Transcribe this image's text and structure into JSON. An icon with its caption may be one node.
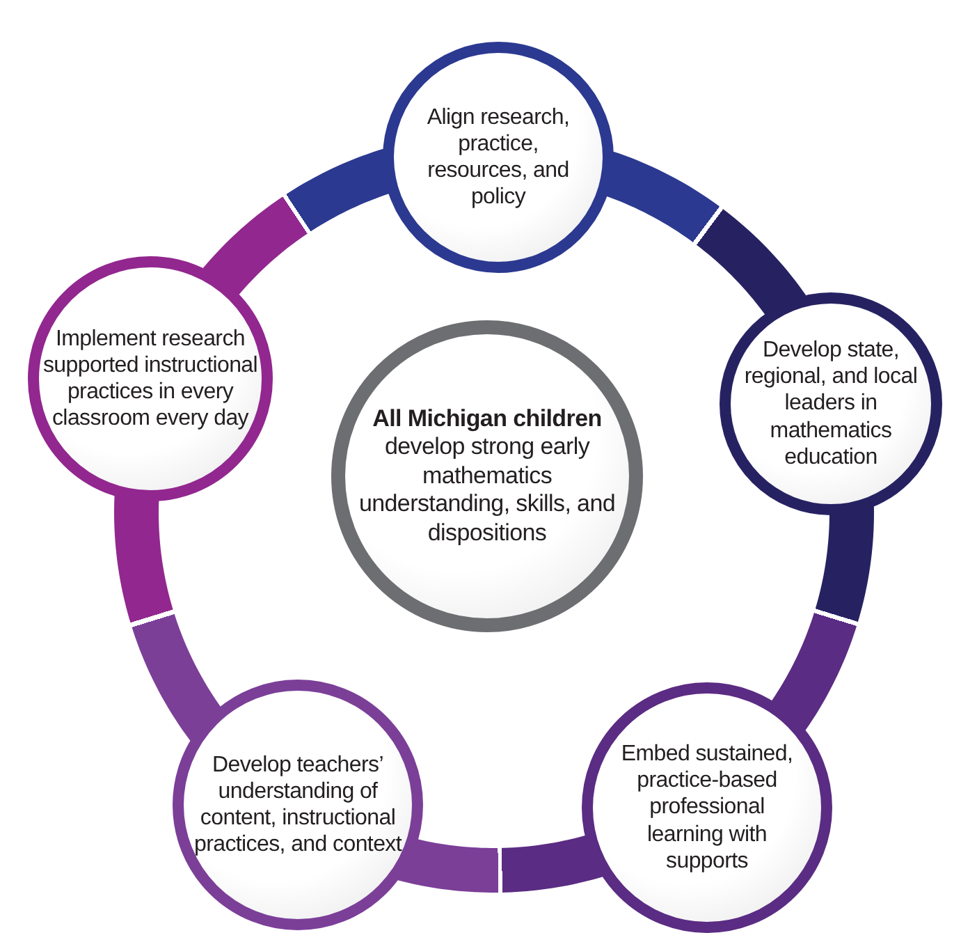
{
  "diagram": {
    "nodes": [
      {
        "text": [
          "Align research, practice, resources, and policy"
        ]
      },
      {
        "text": [
          "Implement research supported instructional practices in every classroom every day"
        ]
      },
      {
        "text": [
          "Develop state, regional, and local leaders in mathematics education"
        ]
      },
      {
        "text": [
          "**All Michigan children** develop strong early mathematics understanding, skills, and dispositions"
        ]
      },
      {
        "text": [
          "Develop teachers’ understanding of content, instructional practices, and context"
        ]
      },
      {
        "text": [
          "Embed sustained, practice-based professional learning with supports"
        ]
      }
    ],
    "edges": [
      {
        "from": 0,
        "to": 2,
        "arrow": "none",
        "color": "#262262"
      },
      {
        "from": 2,
        "to": 5,
        "arrow": "none",
        "color": "#5b2c83"
      },
      {
        "from": 5,
        "to": 4,
        "arrow": "none",
        "color": "#7b3f98"
      },
      {
        "from": 4,
        "to": 1,
        "arrow": "none",
        "color": "#92278f"
      },
      {
        "from": 1,
        "to": 0,
        "arrow": "none",
        "color": "#2b3990"
      }
    ]
  }
}
